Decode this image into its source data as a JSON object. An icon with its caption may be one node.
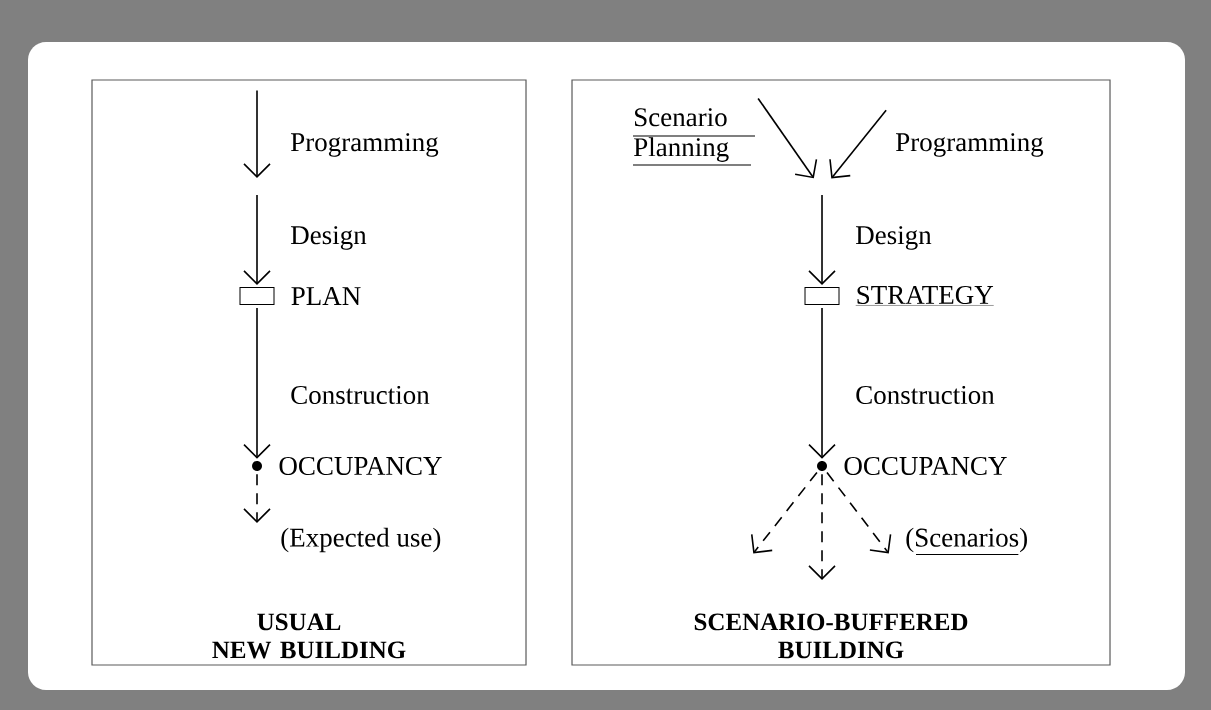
{
  "diagram": {
    "nodes": [
      {
        "text": [
          "USUAL NEW BUILDING"
        ]
      },
      {
        "text": [
          "SCENARIO-BUFFERED BUILDING"
        ]
      },
      {
        "text": [
          "PLAN"
        ],
        "in": 0
      },
      {
        "text": [
          "OCCUPANCY"
        ],
        "in": 0
      },
      {
        "text": [
          "STRATEGY"
        ],
        "in": 1
      },
      {
        "text": [
          "OCCUPANCY"
        ],
        "in": 1
      },
      {
        "text": [
          "Scenario Planning"
        ],
        "in": 1
      },
      {
        "text": [
          "Programming"
        ],
        "in": 1
      }
    ],
    "edges": [
      {
        "from": 0,
        "to": null,
        "arrow": "to",
        "label": "Programming"
      },
      {
        "from": null,
        "to": 2,
        "arrow": "to",
        "label": "Design"
      },
      {
        "from": 2,
        "to": 3,
        "arrow": "to",
        "label": "Construction"
      },
      {
        "from": 3,
        "to": null,
        "arrow": "to",
        "style": "dashed",
        "label": "(Expected use)"
      },
      {
        "from": 6,
        "to": null,
        "arrow": "to"
      },
      {
        "from": 7,
        "to": null,
        "arrow": "to"
      },
      {
        "from": null,
        "to": 4,
        "arrow": "to",
        "label": "Design"
      },
      {
        "from": 4,
        "to": 5,
        "arrow": "to",
        "label": "Construction"
      },
      {
        "from": 5,
        "to": null,
        "arrow": "to",
        "style": "dashed"
      },
      {
        "from": 5,
        "to": null,
        "arrow": "to",
        "style": "dashed"
      },
      {
        "from": 5,
        "to": null,
        "arrow": "to",
        "style": "dashed",
        "label": "(Scenarios)"
      }
    ]
  }
}
